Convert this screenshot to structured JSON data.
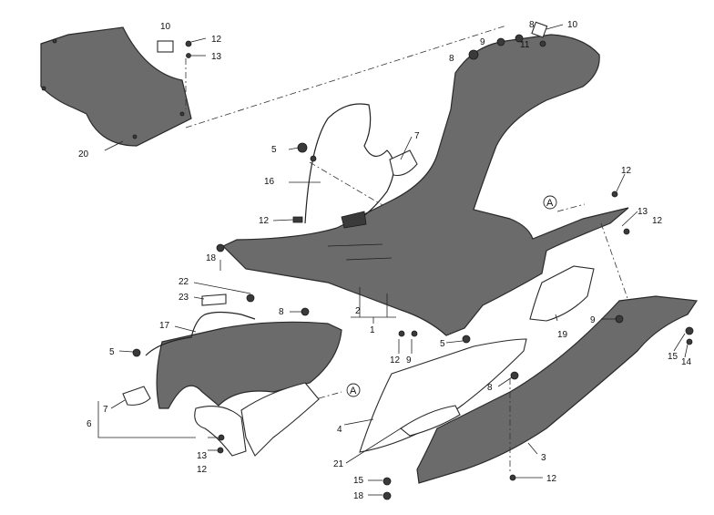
{
  "callouts": [
    "1",
    "2",
    "3",
    "4",
    "5",
    "6",
    "7",
    "8",
    "9",
    "10",
    "11",
    "12",
    "13",
    "14",
    "15",
    "16",
    "17",
    "18",
    "19",
    "20",
    "21",
    "22",
    "23"
  ],
  "reference_marker": "A"
}
